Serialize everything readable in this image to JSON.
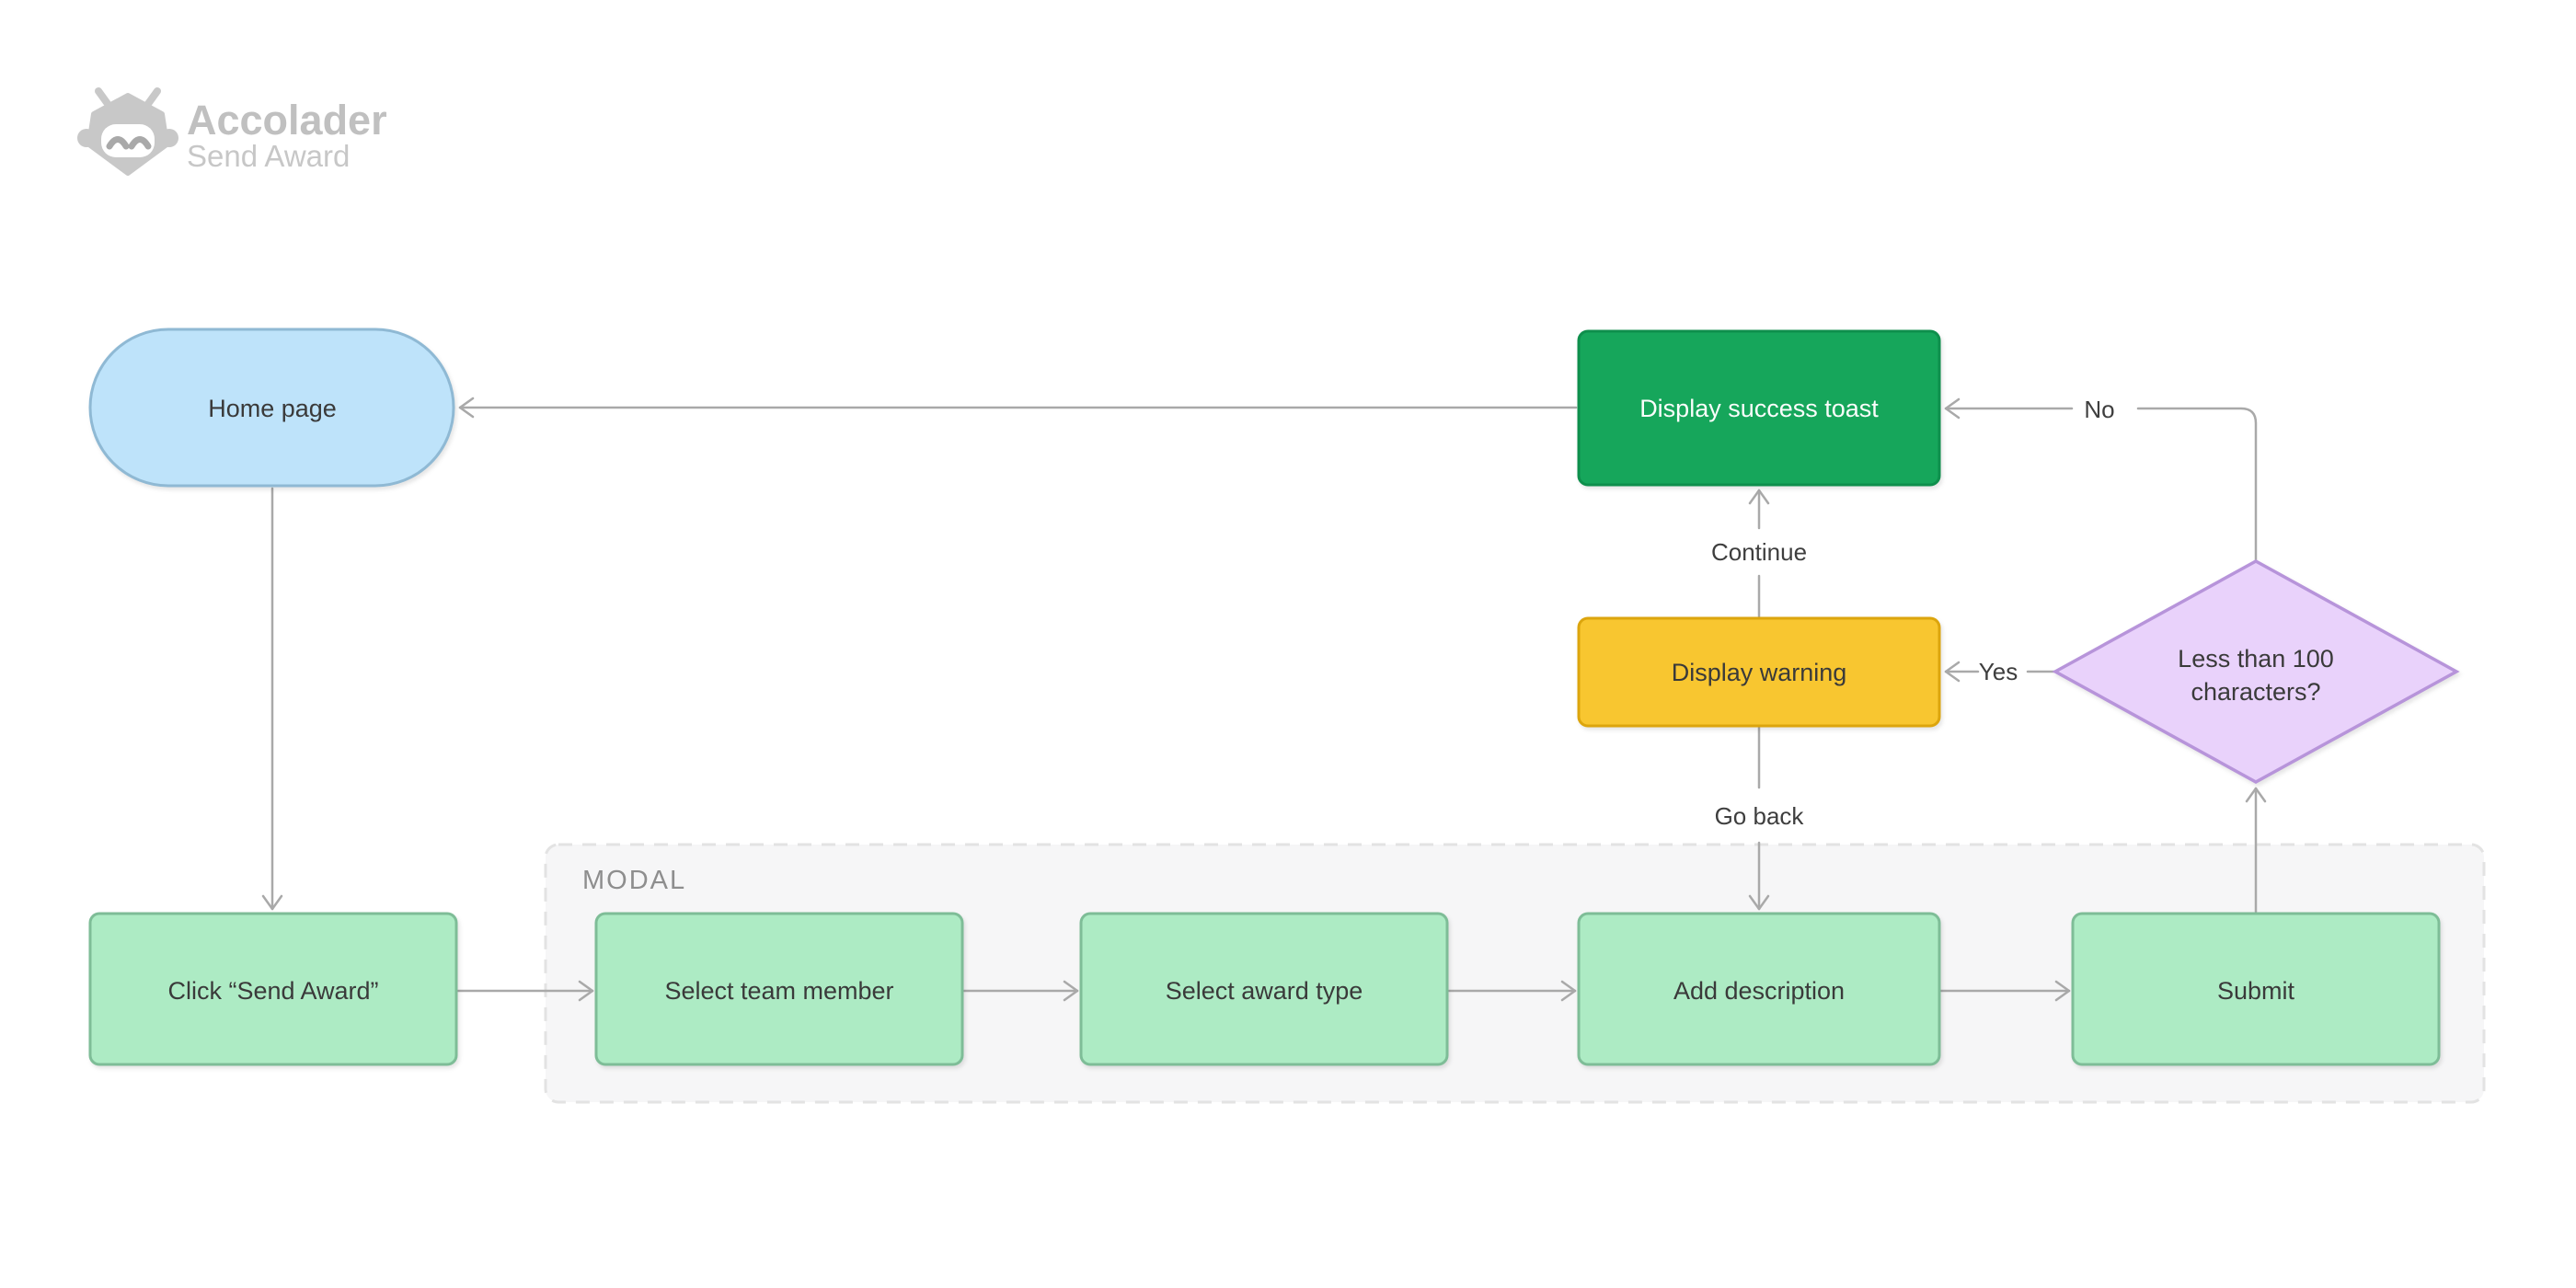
{
  "app": {
    "brand": "Accolader",
    "subtitle": "Send Award",
    "logo_icon": "robot-icon"
  },
  "modal": {
    "label": "MODAL"
  },
  "nodes": {
    "home": {
      "label": "Home page",
      "shape": "pill"
    },
    "click_send_award": {
      "label": "Click “Send Award”",
      "shape": "rect"
    },
    "select_team_member": {
      "label": "Select team member",
      "shape": "rect"
    },
    "select_award_type": {
      "label": "Select award type",
      "shape": "rect"
    },
    "add_description": {
      "label": "Add description",
      "shape": "rect"
    },
    "submit": {
      "label": "Submit",
      "shape": "rect"
    },
    "display_success_toast": {
      "label": "Display success toast",
      "shape": "rect"
    },
    "display_warning": {
      "label": "Display warning",
      "shape": "rect"
    },
    "decision": {
      "label": "Less than 100 characters?",
      "lines": [
        "Less than 100",
        "characters?"
      ],
      "shape": "diamond"
    }
  },
  "edges": {
    "continue_label": "Continue",
    "go_back_label": "Go back",
    "yes_label": "Yes",
    "no_label": "No"
  },
  "colors": {
    "canvas_bg": "#FFFFFF",
    "connector": "#A9A9A9",
    "home_fill": "#BEE3FA",
    "home_border": "#8FB9D4",
    "process_fill": "#ADEBC4",
    "process_border": "#7EBD97",
    "success_fill": "#16A65B",
    "success_border": "#0E8F4C",
    "warning_fill": "#F8C630",
    "warning_border": "#DCA50D",
    "decision_fill": "#E9D2FB",
    "decision_border": "#B794DA",
    "modal_bg": "#F6F6F7",
    "modal_border": "#E3E3E3",
    "modal_label_color": "#8E8E8E",
    "node_text": "#3A3A3A",
    "logo_gray": "#C8C8C8"
  }
}
